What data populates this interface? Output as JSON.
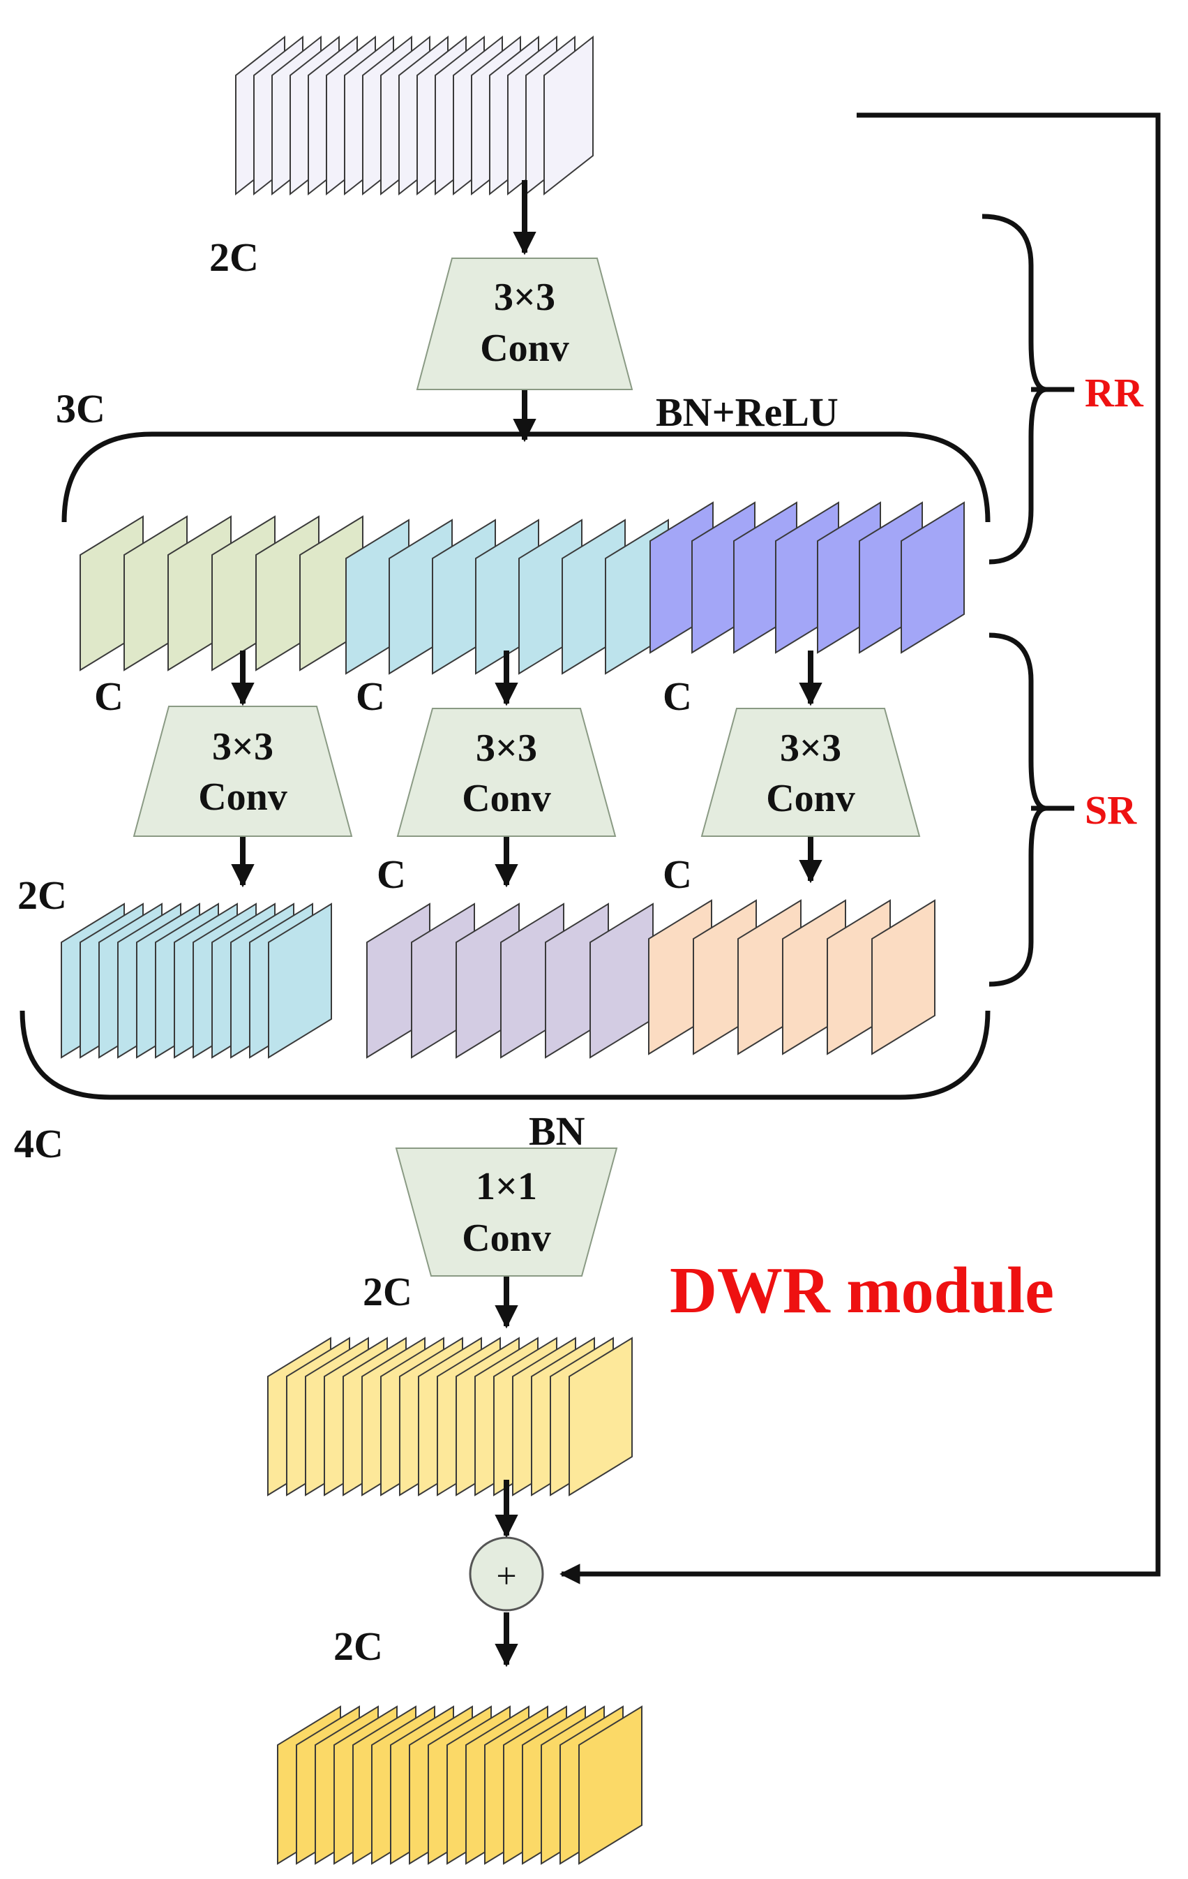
{
  "title": "DWR module",
  "labels": {
    "input_channels": "2C",
    "concat_channels": "3C",
    "bn_relu": "BN+ReLU",
    "branch_channels": [
      "C",
      "C",
      "C"
    ],
    "branch_out_channels": [
      "2C",
      "C",
      "C"
    ],
    "merged_channels": "4C",
    "bn": "BN",
    "proj_channels": "2C",
    "output_channels": "2C",
    "rr": "RR",
    "sr": "SR",
    "add_symbol": "+"
  },
  "convs": [
    {
      "line1": "3×3",
      "line2": "Conv"
    },
    {
      "line1": "3×3",
      "line2": "Conv"
    },
    {
      "line1": "3×3",
      "line2": "Conv"
    },
    {
      "line1": "3×3",
      "line2": "Conv"
    },
    {
      "line1": "1×1",
      "line2": "Conv"
    }
  ],
  "colors": {
    "input_maps": "#f3f2fa",
    "branch1": "#dfe8c9",
    "branch2": "#bde3ec",
    "branch3": "#a3a6f7",
    "out_blue": "#bde3ec",
    "out_purple": "#d3cce3",
    "out_peach": "#fbdcc2",
    "proj": "#fde89a",
    "output": "#fbd967",
    "conv_fill": "#e4ecdf",
    "label_red": "#ee1111"
  }
}
